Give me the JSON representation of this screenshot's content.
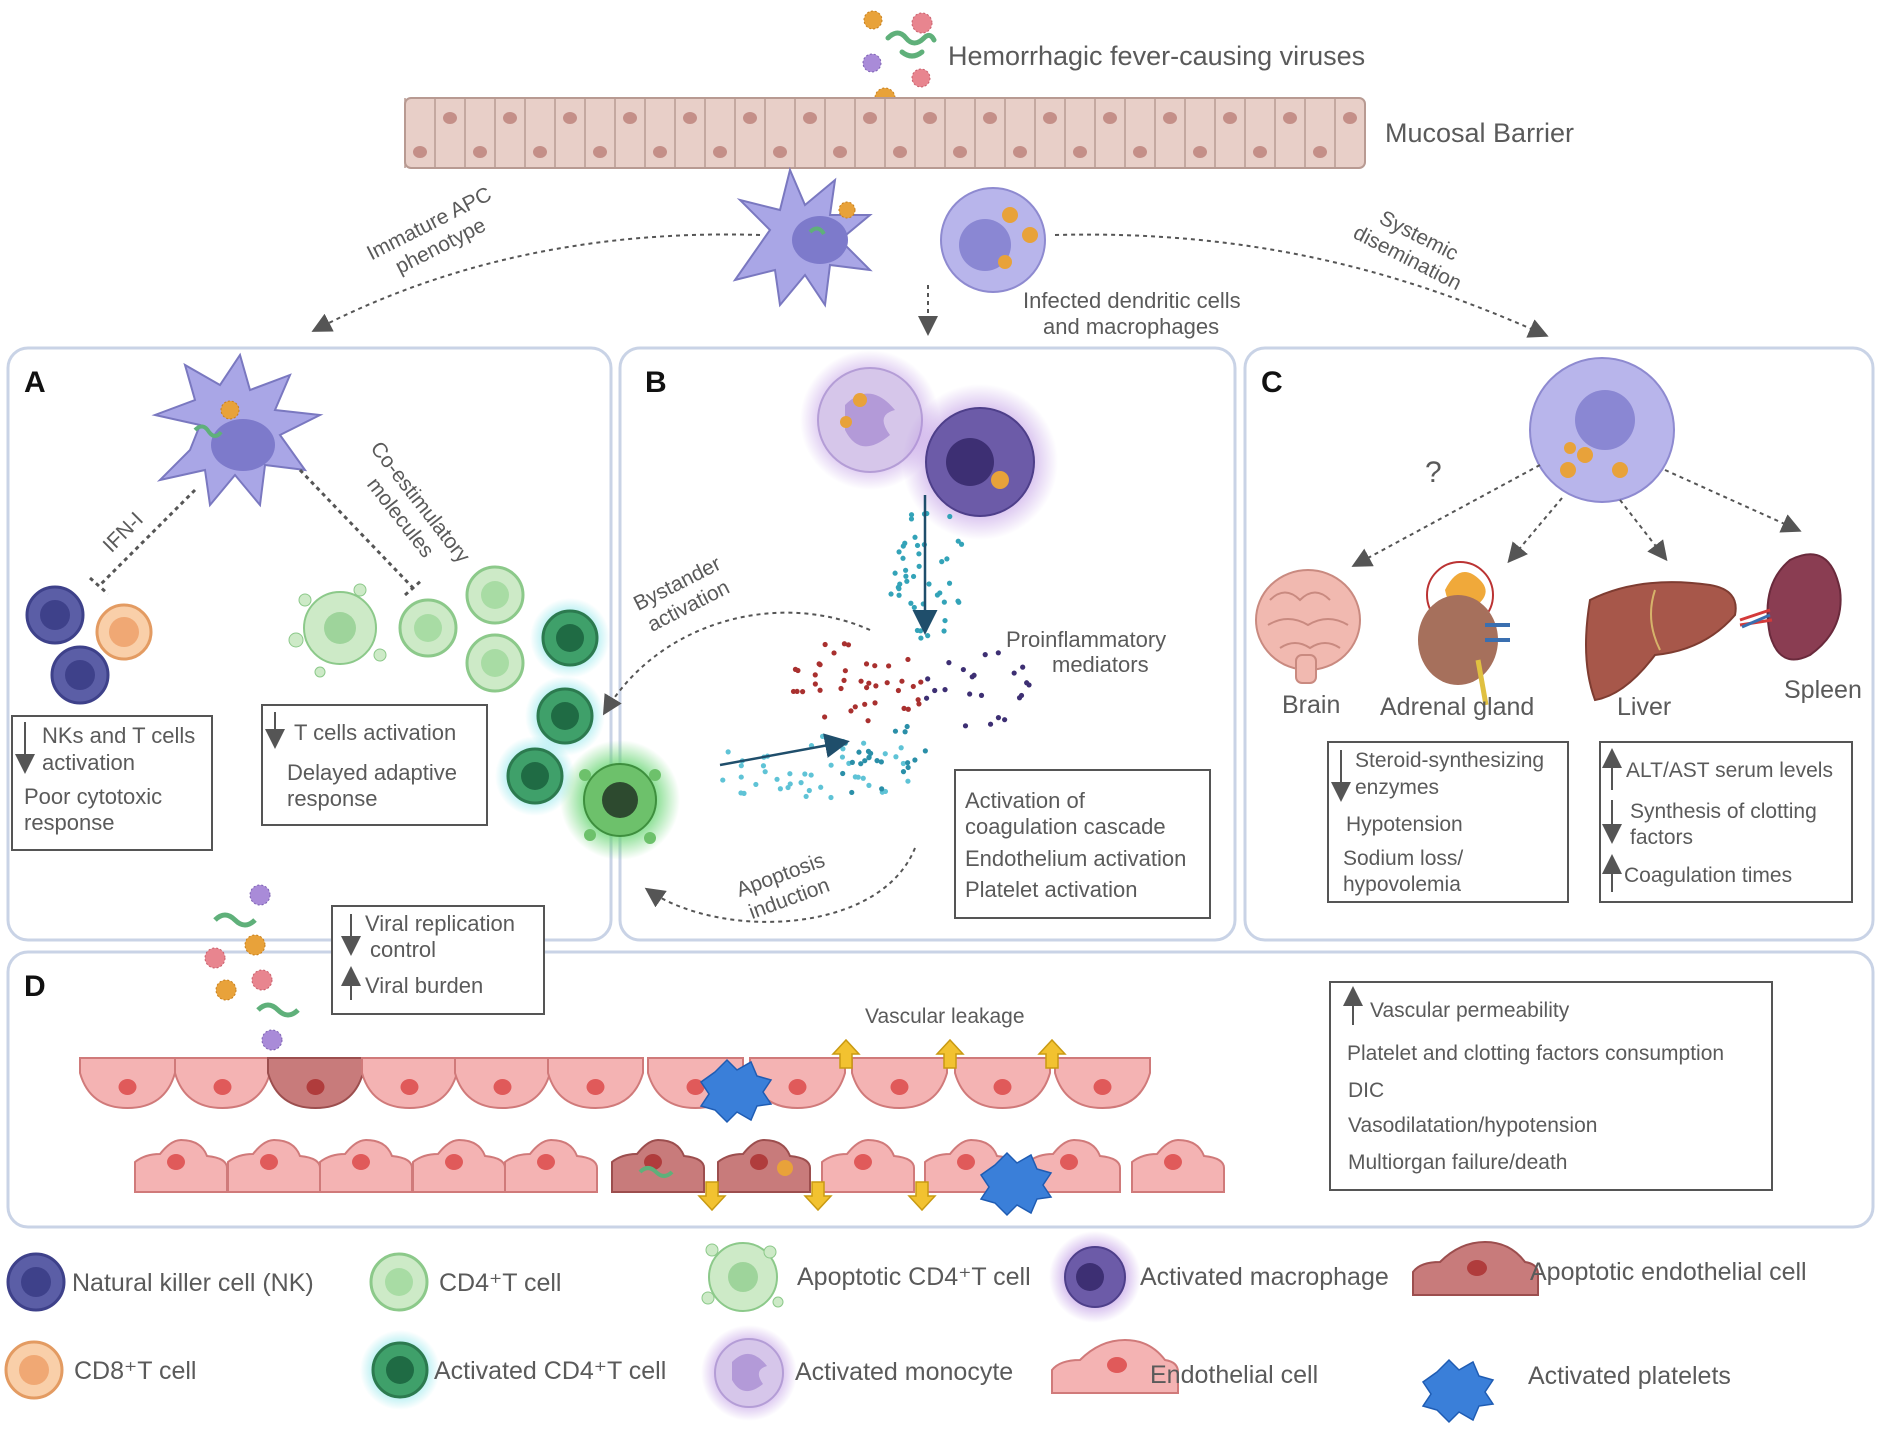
{
  "top": {
    "viruses_label": "Hemorrhagic fever-causing viruses",
    "mucosal_label": "Mucosal Barrier",
    "infected_label_1": "Infected dendritic cells",
    "infected_label_2": "and macrophages",
    "immature_1": "Immature APC",
    "immature_2": "phenotype",
    "systemic_1": "Systemic",
    "systemic_2": "disemination"
  },
  "panel_a": {
    "letter": "A",
    "ifn": "IFN-I",
    "costim_1": "Co-estimulatory",
    "costim_2": "molecules",
    "box1_line1": "NKs and T cells",
    "box1_line2": "activation",
    "box1_line3": "Poor cytotoxic",
    "box1_line4": "response",
    "box2_line1": "T cells activation",
    "box2_line2": "Delayed adaptive",
    "box2_line3": "response",
    "box3_line1": "Viral replication",
    "box3_line2": "control",
    "box3_line3": "Viral burden"
  },
  "panel_b": {
    "letter": "B",
    "bystander_1": "Bystander",
    "bystander_2": "activation",
    "proinflam_1": "Proinflammatory",
    "proinflam_2": "mediators",
    "apoptosis_1": "Apoptosis",
    "apoptosis_2": "induction",
    "box_line1": "Activation of",
    "box_line2": "coagulation cascade",
    "box_line3": "Endothelium activation",
    "box_line4": "Platelet activation"
  },
  "panel_c": {
    "letter": "C",
    "question": "?",
    "organs": [
      "Brain",
      "Adrenal gland",
      "Liver",
      "Spleen"
    ],
    "adrenal_box": [
      "Steroid-synthesizing",
      "enzymes",
      "Hypotension",
      "Sodium loss/",
      "hypovolemia"
    ],
    "liver_box": [
      "ALT/AST serum levels",
      "Synthesis of clotting",
      "factors",
      "Coagulation times"
    ]
  },
  "panel_d": {
    "letter": "D",
    "vascular_leakage": "Vascular leakage",
    "box_lines": [
      "Vascular permeability",
      "Platelet and clotting factors consumption",
      "DIC",
      "Vasodilatation/hypotension",
      "Multiorgan failure/death"
    ]
  },
  "legend": {
    "nk": "Natural killer cell (NK)",
    "cd8": "CD8⁺T cell",
    "cd4": "CD4⁺T cell",
    "act_cd4": "Activated CD4⁺T cell",
    "apo_cd4": "Apoptotic CD4⁺T cell",
    "act_mono": "Activated monocyte",
    "act_macro": "Activated macrophage",
    "endo": "Endothelial cell",
    "apo_endo": "Apoptotic endothelial cell",
    "platelets": "Activated platelets"
  },
  "colors": {
    "panel_border": "#c9d3e6",
    "mucosa_fill": "#e8cfc8",
    "nk": "#5b5ea6",
    "cd8": "#f3b98a",
    "cd4": "#b9e0b5",
    "act_cd4": "#2f8f5a",
    "macrophage": "#7a6bb5",
    "endothelial": "#f2a7a7",
    "apoptotic_endothelial": "#c46a6a",
    "platelets": "#3a7fd9",
    "leak_arrow": "#f2c230"
  }
}
